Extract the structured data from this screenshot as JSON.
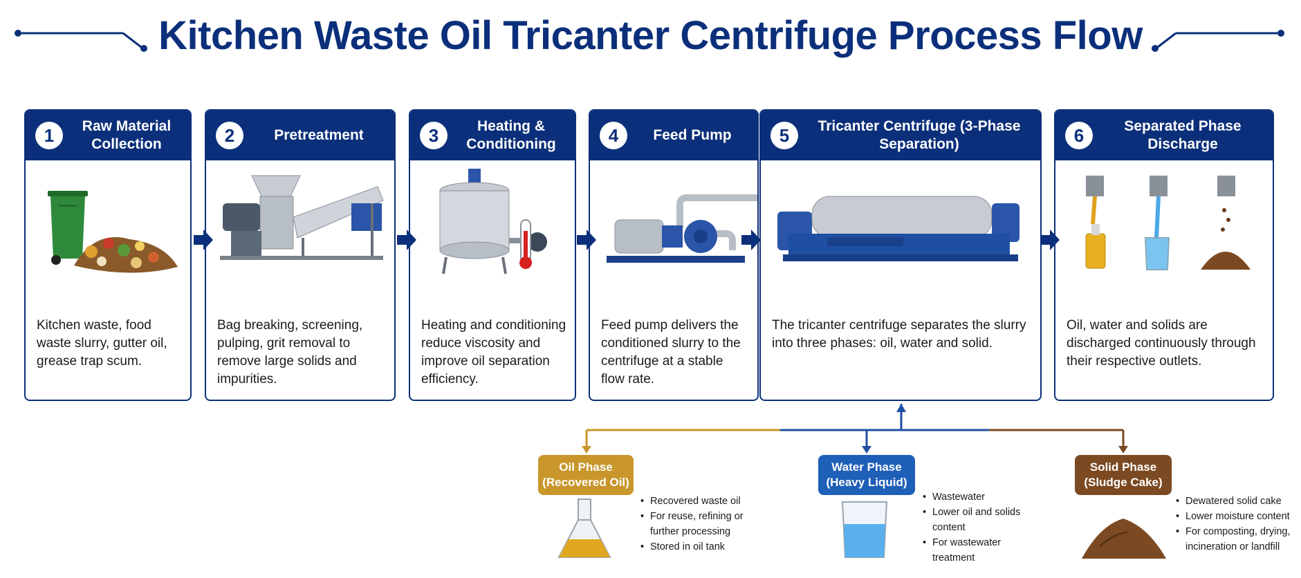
{
  "title": "Kitchen Waste Oil Tricanter Centrifuge Process Flow",
  "colors": {
    "navy": "#0b2f7a",
    "blue": "#1e4fa3",
    "oil": "#c9962b",
    "water": "#1e5fb8",
    "solid": "#7b4a22"
  },
  "steps": [
    {
      "num": "1",
      "title": "Raw Material Collection",
      "desc": "Kitchen waste, food waste slurry, gutter oil, grease trap scum."
    },
    {
      "num": "2",
      "title": "Pretreatment",
      "desc": "Bag breaking, screening, pulping, grit removal to remove large solids and impurities."
    },
    {
      "num": "3",
      "title": "Heating & Conditioning",
      "desc": "Heating and conditioning reduce viscosity and improve oil separation efficiency."
    },
    {
      "num": "4",
      "title": "Feed Pump",
      "desc": "Feed pump delivers the conditioned slurry to the centrifuge at a stable flow rate."
    },
    {
      "num": "5",
      "title": "Tricanter Centrifuge (3-Phase Separation)",
      "desc": "The tricanter centrifuge separates the slurry into three phases: oil, water and solid."
    },
    {
      "num": "6",
      "title": "Separated Phase Discharge",
      "desc": "Oil, water and solids are discharged continuously through their respective outlets."
    }
  ],
  "phases": [
    {
      "label1": "Oil Phase",
      "label2": "(Recovered Oil)",
      "items": [
        "Recovered waste oil",
        "For reuse, refining or further processing",
        "Stored in oil tank"
      ]
    },
    {
      "label1": "Water Phase",
      "label2": "(Heavy Liquid)",
      "items": [
        "Wastewater",
        "Lower oil and solids content",
        "For wastewater treatment"
      ]
    },
    {
      "label1": "Solid Phase",
      "label2": "(Sludge Cake)",
      "items": [
        "Dewatered solid cake",
        "Lower moisture content",
        "For composting, drying, incineration or landfill"
      ]
    }
  ]
}
